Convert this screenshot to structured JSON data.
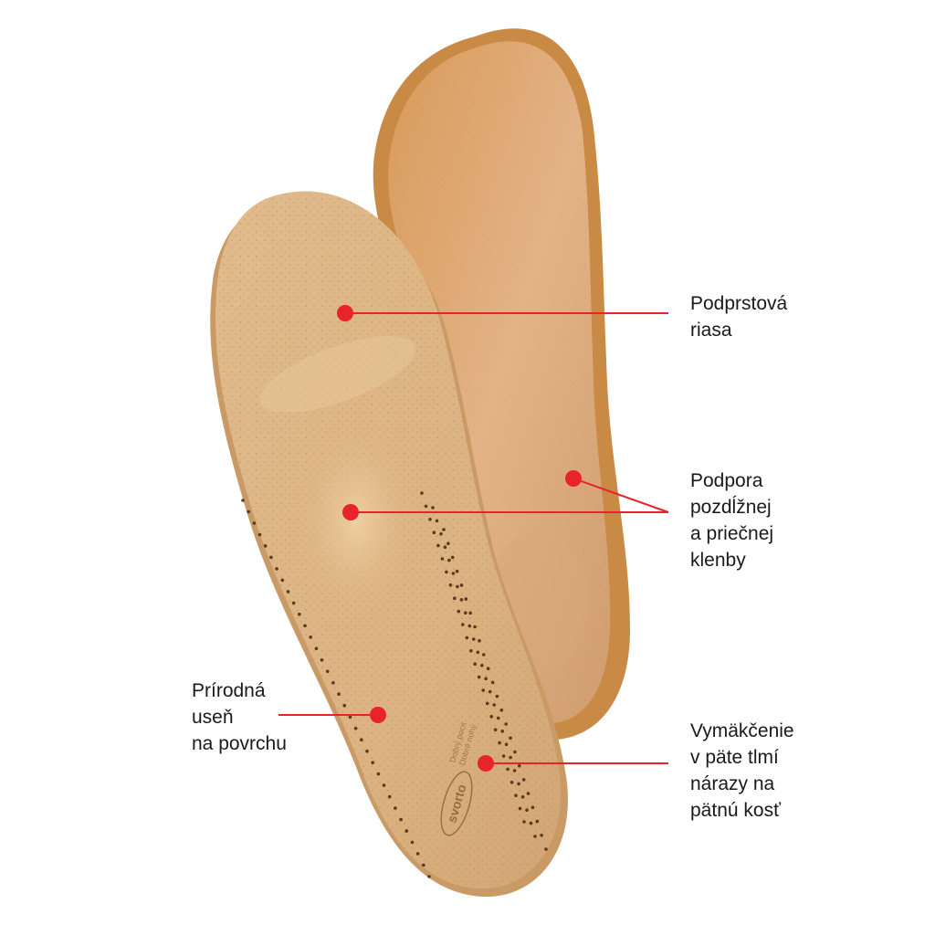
{
  "callouts": {
    "toe_ridge": {
      "lines": [
        "Podprstová",
        "riasa"
      ]
    },
    "arch_support": {
      "lines": [
        "Podpora",
        "pozdĺžnej",
        "a priečnej",
        "klenby"
      ]
    },
    "natural_leather": {
      "lines": [
        "Prírodná",
        "useň",
        "na povrchu"
      ]
    },
    "heel_cushion": {
      "lines": [
        "Vymäkčenie",
        "v päte tlmí",
        "nárazy na",
        "pätnú kosť"
      ]
    }
  },
  "insole_print": {
    "brand": "svorto",
    "line1": "Dobrý pocit",
    "line2": "Dobré nohy"
  },
  "colors": {
    "marker": "#e8232c",
    "leather": "#ddb483",
    "leather_shadow": "#c99a66",
    "cork": "#c98a45",
    "cork_edge": "#d89a55",
    "back_inner": "#e2b285"
  }
}
